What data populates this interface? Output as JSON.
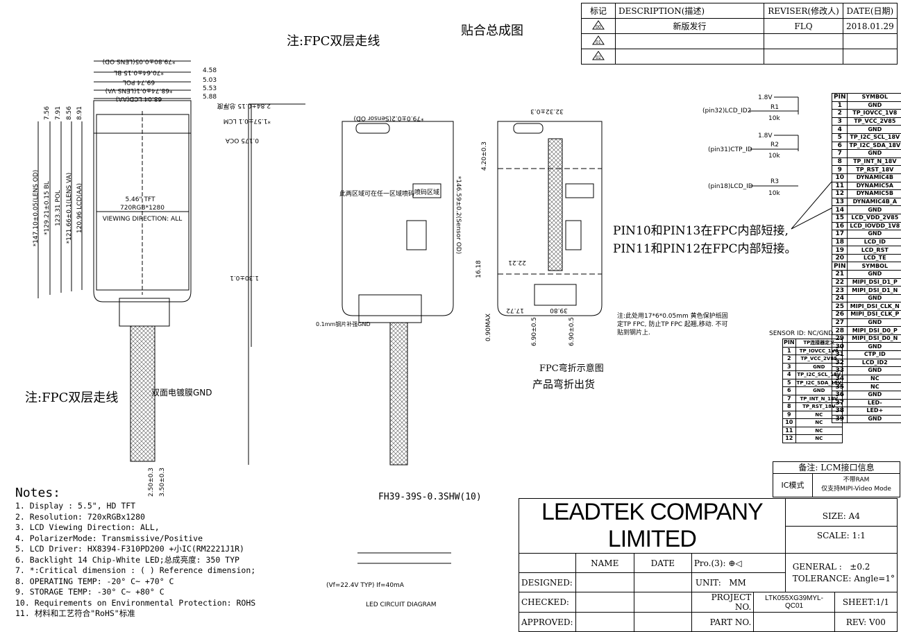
{
  "revision_table": {
    "headers": [
      "标记",
      "DESCRIPTION(描述)",
      "REVISER(修改人)",
      "DATE(日期)"
    ],
    "rows": [
      {
        "mark": "00",
        "description": "新版发行",
        "reviser": "FLQ",
        "date": "2018.01.29"
      },
      {
        "mark": "01",
        "description": "",
        "reviser": "",
        "date": ""
      },
      {
        "mark": "02",
        "description": "",
        "reviser": "",
        "date": ""
      }
    ]
  },
  "captions": {
    "fpc_note_top": "注:FPC双层走线",
    "assembly_title": "贴合总成图",
    "fpc_note_left": "注:FPC双层走线",
    "double_film": "双面电镀膜GND",
    "connector": "FH39-39S-0.3SHW(10)",
    "fpc_bend": "FPC弯折示意图",
    "bend_ship": "产品弯折出货",
    "short_note_1": "PIN10和PIN13在FPC内部短接,",
    "short_note_2": "PIN11和PIN12在FPC内部短接。",
    "protect_note": "注:此处用17*6*0.05mm 黄色保护纸固定TP FPC, 防止TP FPC 起翘,移动. 不可贴到钢片上.",
    "sensor_id": "SENSOR ID: NC/GND",
    "steel": "0.1mm钢片补强GND",
    "spray_area": "喷码区域",
    "spray_note": "此两区域可在任一区域喷码",
    "tft_label": "5.46\" TFT",
    "tft_res": "720RGB*1280",
    "viewing": "VIEWING DIRECTION: ALL",
    "led_caption": "LED CIRCUIT DIAGRAM",
    "led_formula": "(Vf=22.4V TYP)   If=40mA"
  },
  "dimensions": {
    "top": [
      "*79.80±0.05(LENS OD)",
      "*70.64±0.15 BL",
      "69.74 POL",
      "*68.74±0.1(LENS VA)",
      "68.04 LCD(AA)"
    ],
    "top_right": [
      "4.58",
      "5.03",
      "5.53",
      "5.88"
    ],
    "left": [
      "*147.10±0.05(LENS OD)",
      "*129.21±0.15 BL",
      "123.31 POL",
      "*121.66±0.1(LENS VA)",
      "120.96 LCD(AA)"
    ],
    "left_top": [
      "7.56",
      "7.91",
      "8.56",
      "8.91"
    ],
    "side": [
      "2.84±0.15 总厚度",
      "*1.57±0.1 LCM",
      "0.175 OCA",
      "1.30±0.1"
    ],
    "bottom": [
      "2.50±0.3",
      "3.50±0.3"
    ],
    "back": [
      "*79.0±0.2(Sensor OD)",
      "*146.59±0.2(Sensor OD)"
    ],
    "bend": [
      "32.32±0.3",
      "4.20±0.3",
      "16.18",
      "22.21",
      "17.72",
      "39.80",
      "6.90±0.5",
      "6.90±0.5",
      "0.90MAX"
    ]
  },
  "circuit": {
    "rows": [
      {
        "voltage": "1.8V",
        "res": "R1",
        "val": "10k",
        "pin": "(pin32)LCD_ID2"
      },
      {
        "voltage": "1.8V",
        "res": "R2",
        "val": "10k",
        "pin": "(pin31)CTP_ID"
      },
      {
        "voltage": "",
        "res": "R3",
        "val": "10k",
        "pin": "(pin18)LCD_ID"
      }
    ]
  },
  "pin_table": {
    "header": [
      "PIN",
      "SYMBOL"
    ],
    "rows_a": [
      [
        "1",
        "GND"
      ],
      [
        "2",
        "TP_IOVCC_1V8"
      ],
      [
        "3",
        "TP_VCC_2V85"
      ],
      [
        "4",
        "GND"
      ],
      [
        "5",
        "TP_I2C_SCL_18V"
      ],
      [
        "6",
        "TP_I2C_SDA_18V"
      ],
      [
        "7",
        "GND"
      ],
      [
        "8",
        "TP_INT_N_18V"
      ],
      [
        "9",
        "TP_RST_18V"
      ],
      [
        "10",
        "DYNAMIC4B"
      ],
      [
        "11",
        "DYNAMIC5A"
      ],
      [
        "12",
        "DYNAMIC5B"
      ],
      [
        "13",
        "DYNAMIC4B_A"
      ],
      [
        "14",
        "GND"
      ],
      [
        "15",
        "LCD_VDD_2V85"
      ],
      [
        "16",
        "LCD_IOVDD_1V8"
      ],
      [
        "17",
        "GND"
      ],
      [
        "18",
        "LCD_ID"
      ],
      [
        "19",
        "LCD_RST"
      ],
      [
        "20",
        "LCD_TE"
      ]
    ],
    "rows_b": [
      [
        "21",
        "GND"
      ],
      [
        "22",
        "MIPI_DSI_D1_P"
      ],
      [
        "23",
        "MIPI_DSI_D1_N"
      ],
      [
        "24",
        "GND"
      ],
      [
        "25",
        "MIPI_DSI_CLK_N"
      ],
      [
        "26",
        "MIPI_DSI_CLK_P"
      ],
      [
        "27",
        "GND"
      ],
      [
        "28",
        "MIPI_DSI_D0_P"
      ],
      [
        "29",
        "MIPI_DSI_D0_N"
      ],
      [
        "30",
        "GND"
      ],
      [
        "31",
        "CTP_ID"
      ],
      [
        "32",
        "LCD_ID2"
      ],
      [
        "33",
        "GND"
      ],
      [
        "34",
        "NC"
      ],
      [
        "35",
        "NC"
      ],
      [
        "36",
        "GND"
      ],
      [
        "37",
        "LED-"
      ],
      [
        "38",
        "LED+"
      ],
      [
        "39",
        "GND"
      ]
    ]
  },
  "sensor_pin_table": {
    "header": [
      "PIN",
      "TP连接器定义"
    ],
    "rows": [
      [
        "1",
        "TP_IOVCC_1V8"
      ],
      [
        "2",
        "TP_VCC_2V85"
      ],
      [
        "3",
        "GND"
      ],
      [
        "4",
        "TP_I2C_SCL_18V"
      ],
      [
        "5",
        "TP_I2C_SDA_18V"
      ],
      [
        "6",
        "GND"
      ],
      [
        "7",
        "TP_INT_N_18V"
      ],
      [
        "8",
        "TP_RST_18V"
      ],
      [
        "9",
        "NC"
      ],
      [
        "10",
        "NC"
      ],
      [
        "11",
        "NC"
      ],
      [
        "12",
        "NC"
      ]
    ]
  },
  "remark": {
    "title": "备注: LCM接口信息",
    "label": "IC模式",
    "line1": "不带RAM",
    "line2": "仅支持MIPI-Video Mode"
  },
  "notes": {
    "title": "Notes:",
    "items": [
      "1. Display : 5.5\", HD TFT",
      "2. Resolution: 720xRGBx1280",
      "3. LCD Viewing Direction: ALL,",
      "4. PolarizerMode: Transmissive/Positive",
      "5. LCD Driver: HX8394-F310PD200 +小IC(RM2221J1R)",
      "6. Backlight 14 Chip-White LED;总成亮度: 350 TYP",
      "7. *:Critical dimension : ( ) Reference dimension;",
      "8. OPERATING TEMP: -20° C~ +70° C",
      "9. STORAGE TEMP: -30° C~ +80° C",
      "10. Requirements on Environmental Protection: ROHS",
      "11. 材料和工艺符合\"RoHS\"标准"
    ]
  },
  "title_block": {
    "company": "LEADTEK COMPANY LIMITED",
    "size_label": "SIZE:",
    "size": "A4",
    "scale_label": "SCALE:",
    "scale": "1:1",
    "name": "NAME",
    "date": "DATE",
    "projection": "Pro.(3):",
    "general": "GENERAL :",
    "general_val": "±0.2",
    "tolerance": "TOLERANCE:",
    "tolerance_val": "Angle=1°",
    "designed": "DESIGNED:",
    "unit_label": "UNIT:",
    "unit": "MM",
    "checked": "CHECKED:",
    "project_label": "PROJECT NO.",
    "project": "LTK055XG39MYL-QC01",
    "sheet": "SHEET:1/1",
    "approved": "APPROVED:",
    "part_label": "PART NO.",
    "rev_label": "REV:",
    "rev": "V00"
  }
}
